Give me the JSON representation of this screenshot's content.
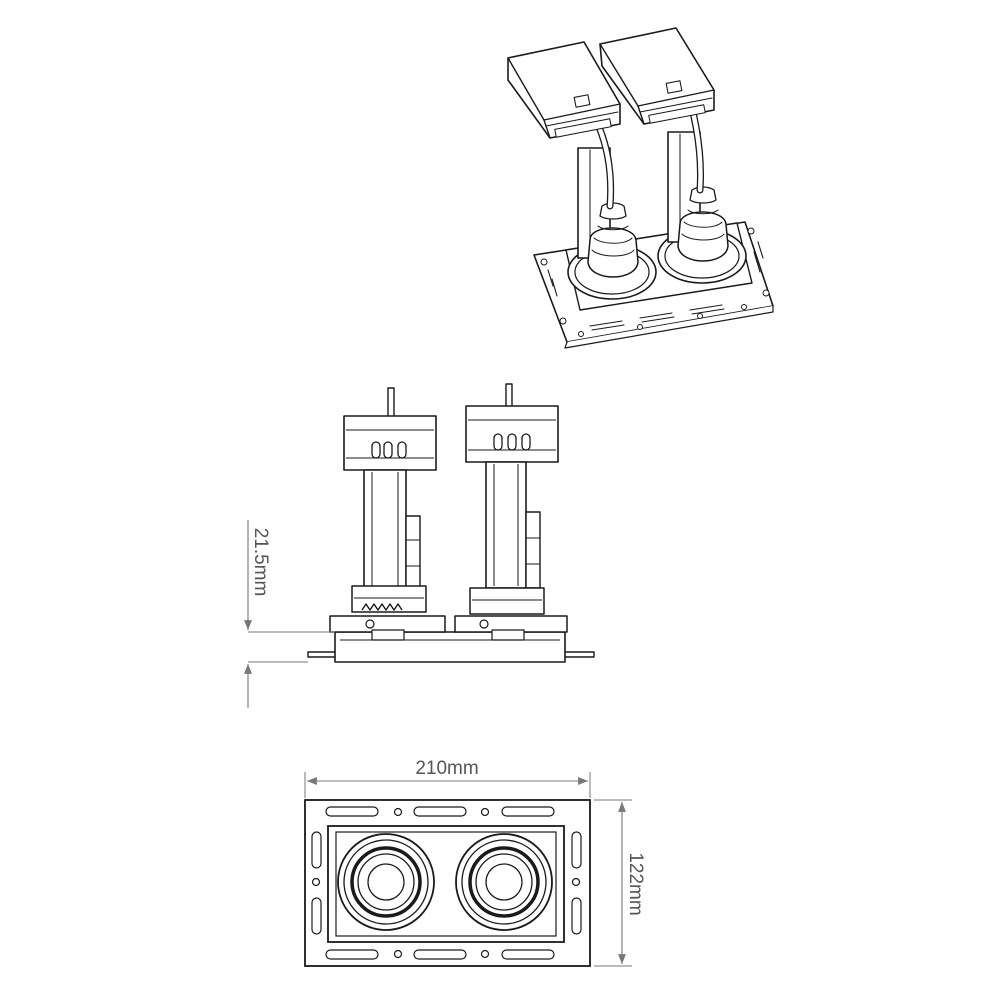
{
  "dimensions": {
    "height": "21.5mm",
    "width": "210mm",
    "depth": "122mm"
  },
  "colors": {
    "line": "#1a1a1a",
    "dimension_line": "#777777",
    "dimension_text": "#555555",
    "background": "#ffffff"
  }
}
